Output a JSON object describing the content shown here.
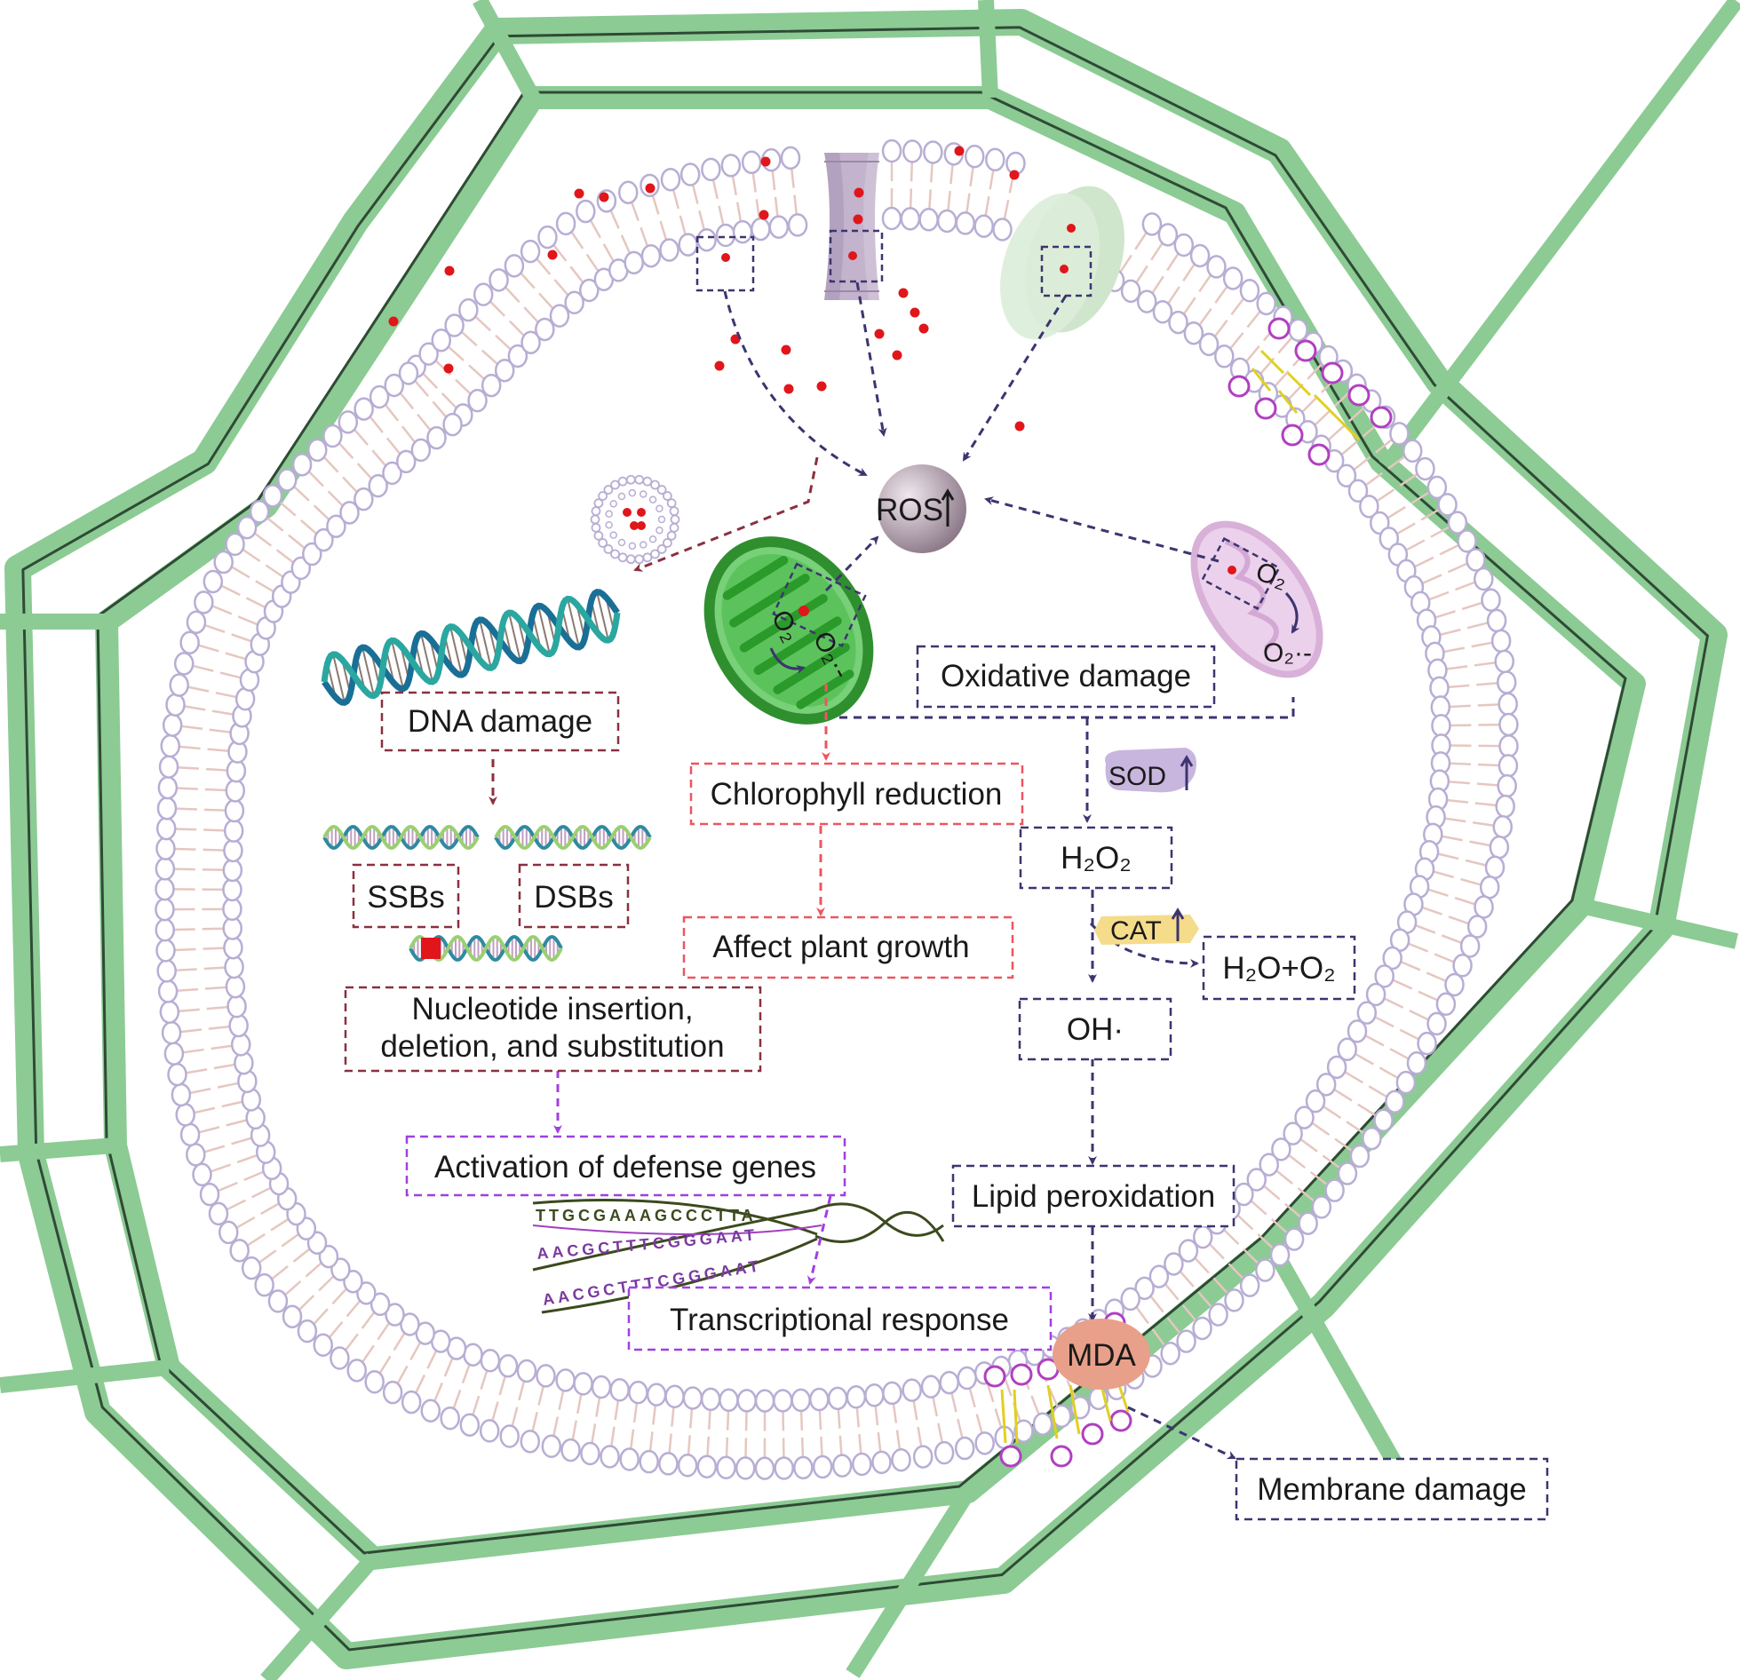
{
  "colors": {
    "cell_wall": "#8ccb94",
    "wall_line": "#2f4a35",
    "lipid_head": "#b8aed4",
    "lipid_tail": "#e5c7c0",
    "damaged_lipid": "#b040c0",
    "damaged_tail": "#e0d020",
    "ros_dot": "#e0161b",
    "ros_node": "#a99aa6",
    "mda_node": "#e8a08a",
    "chloroplast": "#3fb83f",
    "mitochondrion": "#dcb4dc",
    "purple_path": "#3d3470",
    "maroon_path": "#8a3040",
    "pink_path": "#ee5560",
    "violet_path": "#a040e0",
    "sod_badge": "#c8b6de",
    "cat_badge": "#f5dc8a"
  },
  "nodes": {
    "ros": "ROS",
    "mda": "MDA",
    "sod": "SOD",
    "cat": "CAT",
    "mito_o2": "O₂",
    "mito_o2_radical": "O₂·-",
    "chloro_o2": "O₂",
    "chloro_o2_radical": "O₂·-"
  },
  "boxes": {
    "dna_damage": "DNA damage",
    "ssbs": "SSBs",
    "dsbs": "DSBs",
    "nucleotide_line1": "Nucleotide insertion,",
    "nucleotide_line2": "deletion, and substitution",
    "activation": "Activation of defense genes",
    "transcriptional": "Transcriptional response",
    "chlorophyll": "Chlorophyll reduction",
    "affect_growth": "Affect plant growth",
    "oxidative": "Oxidative damage",
    "h2o2": "H₂O₂",
    "h2o_o2": "H₂O+O₂",
    "oh": "OH·",
    "lipid_perox": "Lipid peroxidation",
    "membrane_damage": "Membrane damage"
  },
  "dna_strands": {
    "top": "TTGCGAAAGCCCTTA",
    "middle": "AACGCTTTCGGGAAT",
    "bottom": "AACGCTTTCGGGAAT"
  }
}
